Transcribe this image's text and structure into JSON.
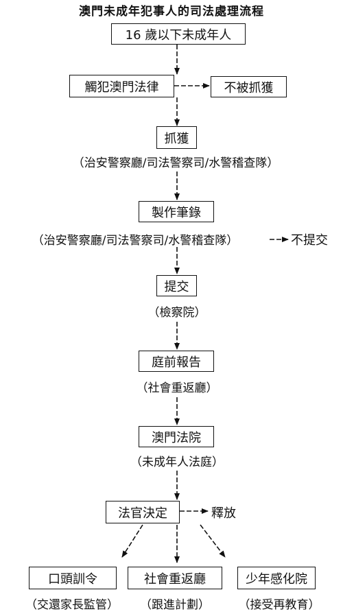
{
  "title": "澳門未成年犯事人的司法處理流程",
  "nodes": {
    "minor": "16 歲以下未成年人",
    "violate": "觸犯澳門法律",
    "not_arrested": "不被抓獲",
    "arrest": "抓獲",
    "arrest_agency": "（治安警察廳/司法警察司/水警稽查隊）",
    "record": "製作筆錄",
    "record_agency": "（治安警察廳/司法警察司/水警稽查隊）",
    "not_submitted": "不提交",
    "submit": "提交",
    "submit_agency": "（檢察院）",
    "pretrial_report": "庭前報告",
    "report_agency": "（社會重返廳）",
    "court": "澳門法院",
    "court_agency": "（未成年人法庭）",
    "judge_decision": "法官決定",
    "release": "釋放",
    "warning": "口頭訓令",
    "warning_note": "（交還家長監管）",
    "reinsertion": "社會重返廳",
    "reinsertion_note": "（跟進計劃）",
    "youth_institute": "少年感化院",
    "youth_note": "（接受再教育）"
  }
}
